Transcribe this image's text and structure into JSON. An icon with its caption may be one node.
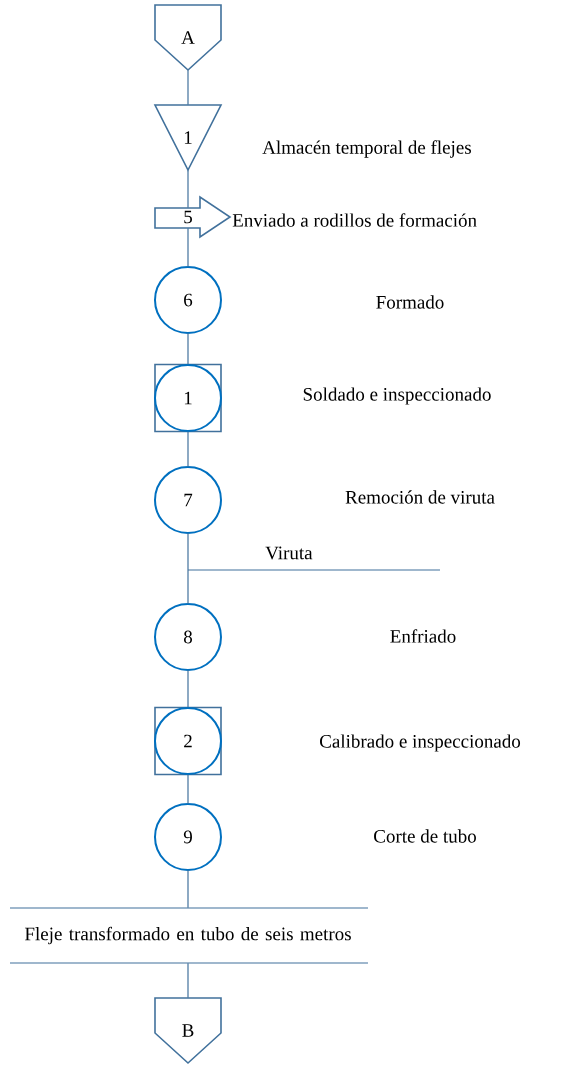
{
  "diagram": {
    "nodes": [
      {
        "text": [
          "A"
        ]
      },
      {
        "text": [
          "1"
        ],
        "beside": [
          "Almacén temporal de flejes"
        ]
      },
      {
        "text": [
          "5"
        ],
        "beside": [
          "Enviado a rodillos de formación"
        ]
      },
      {
        "text": [
          "6"
        ]
      },
      {
        "text": [
          "1"
        ]
      },
      {
        "text": [
          "7"
        ]
      },
      {
        "text": [
          "8"
        ]
      },
      {
        "text": [
          "2"
        ]
      },
      {
        "text": [
          "9"
        ]
      },
      {
        "text": [
          "Fleje transformado en tubo de seis metros"
        ]
      },
      {
        "text": [
          "B"
        ]
      }
    ],
    "edges": [
      {
        "from": 0,
        "to": 1,
        "arrow": "none"
      },
      {
        "from": 1,
        "to": 2,
        "arrow": "none"
      },
      {
        "from": 2,
        "to": 3,
        "arrow": "none"
      },
      {
        "from": 3,
        "to": 4,
        "arrow": "none"
      },
      {
        "from": 4,
        "to": 5,
        "arrow": "none"
      },
      {
        "from": 5,
        "to": 6,
        "arrow": "none"
      },
      {
        "from": 6,
        "to": 7,
        "arrow": "none"
      },
      {
        "from": 7,
        "to": 8,
        "arrow": "none"
      },
      {
        "from": 8,
        "to": 9,
        "arrow": "none"
      },
      {
        "from": 9,
        "to": 10,
        "arrow": "none"
      }
    ],
    "labels": [
      "Formado",
      "Soldado e inspeccionado",
      "Remoción de viruta",
      "Viruta",
      "Enfriado",
      "Calibrado e inspeccionado",
      "Corte de tubo"
    ]
  }
}
